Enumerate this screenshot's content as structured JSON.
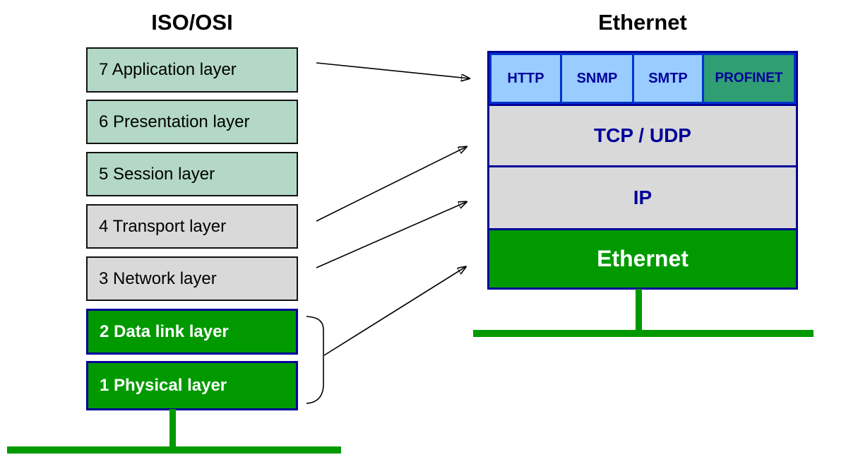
{
  "titles": {
    "left": "ISO/OSI",
    "right": "Ethernet"
  },
  "osi_layers": [
    {
      "label": "7 Application layer"
    },
    {
      "label": "6 Presentation layer"
    },
    {
      "label": "5 Session layer"
    },
    {
      "label": "4 Transport layer"
    },
    {
      "label": "3 Network layer"
    },
    {
      "label": "2 Data link layer"
    },
    {
      "label": "1 Physical layer"
    }
  ],
  "ethernet_stack": {
    "application_protocols": [
      {
        "label": "HTTP"
      },
      {
        "label": "SNMP"
      },
      {
        "label": "SMTP"
      },
      {
        "label": "PROFINET"
      }
    ],
    "transport_label": "TCP / UDP",
    "network_label": "IP",
    "link_label": "Ethernet"
  },
  "colors": {
    "upper_layer_fill": "#b3d8c7",
    "middle_layer_fill": "#d9d9d9",
    "lower_layer_fill": "#009a00",
    "protocol_fill": "#99ccff",
    "profinet_fill": "#2f9e73",
    "navy_border": "#000099",
    "blue_border": "#0033cc",
    "navy_text": "#000099",
    "bus_green": "#009a00",
    "arrow_black": "#000000"
  }
}
